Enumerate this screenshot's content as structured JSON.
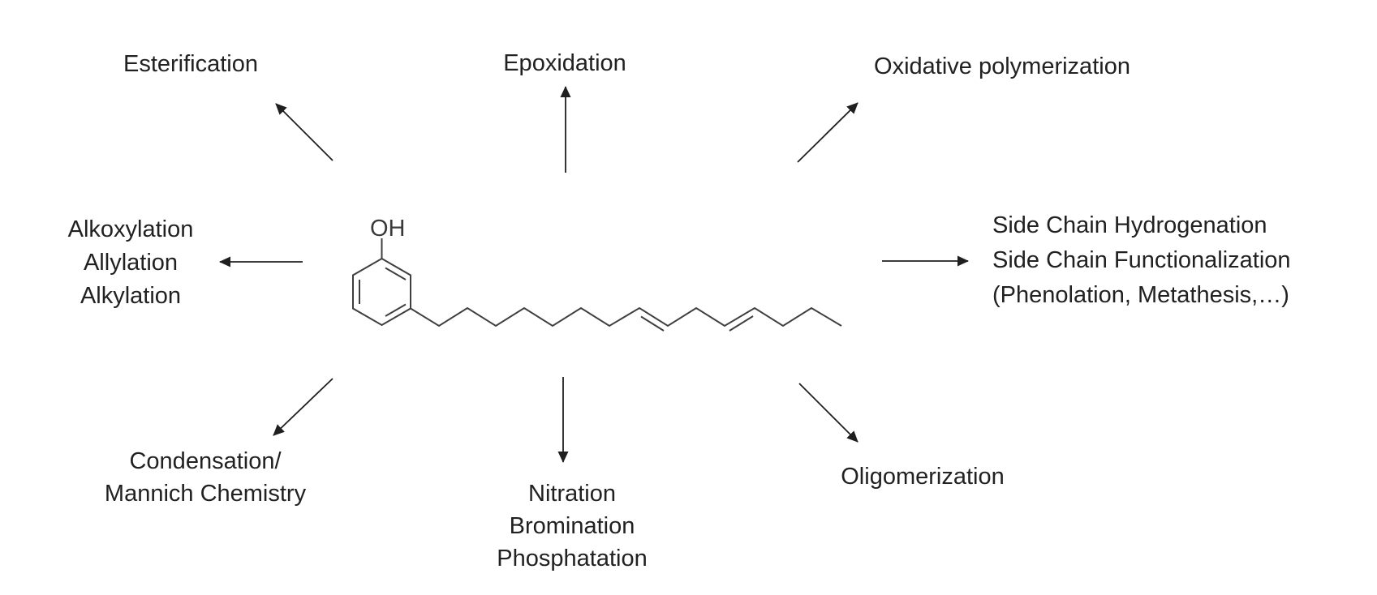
{
  "colors": {
    "background": "#ffffff",
    "text": "#212121",
    "arrow": "#1f1f1f",
    "molecule": "#3f3f3f"
  },
  "molecule": {
    "oh_label": "OH"
  },
  "labels": [
    {
      "id": "esterification",
      "lines": [
        "Esterification"
      ]
    },
    {
      "id": "epoxidation",
      "lines": [
        "Epoxidation"
      ]
    },
    {
      "id": "oxidative-polymerization",
      "lines": [
        "Oxidative polymerization"
      ]
    },
    {
      "id": "alkoxylation-group",
      "lines": [
        "Alkoxylation",
        "Allylation",
        "Alkylation"
      ]
    },
    {
      "id": "side-chain-group",
      "lines": [
        "Side Chain Hydrogenation",
        "Side Chain Functionalization",
        "(Phenolation, Metathesis,…)"
      ]
    },
    {
      "id": "condensation-group",
      "lines": [
        "Condensation/",
        "Mannich Chemistry"
      ]
    },
    {
      "id": "nitration-group",
      "lines": [
        "Nitration",
        "Bromination",
        "Phosphatation"
      ]
    },
    {
      "id": "oligomerization",
      "lines": [
        "Oligomerization"
      ]
    }
  ]
}
